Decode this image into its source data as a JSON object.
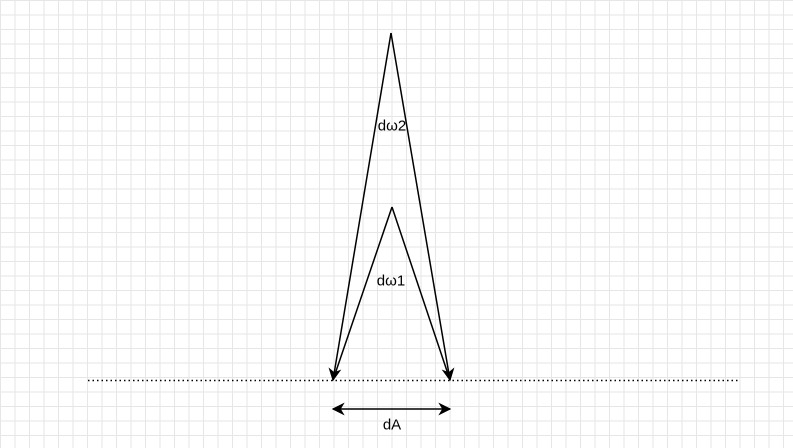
{
  "labels": {
    "outer_angle": "dω2",
    "inner_angle": "dω1",
    "area": "dA"
  },
  "colors": {
    "stroke": "#000000",
    "grid": "#e6e6e6",
    "background": "#ffffff"
  }
}
